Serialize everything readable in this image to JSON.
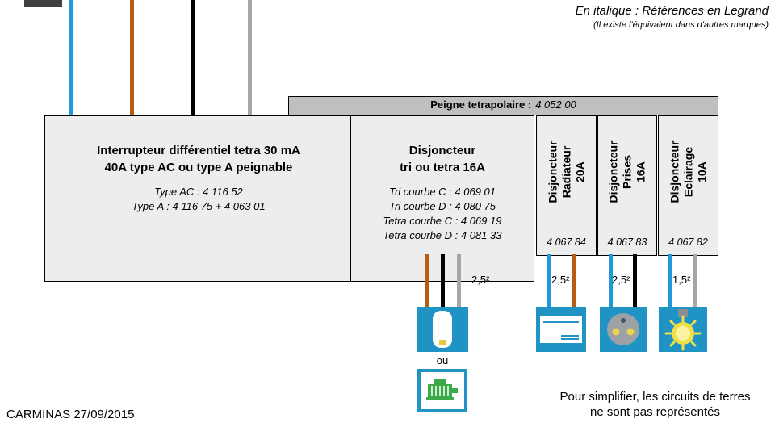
{
  "legend": {
    "line1": "En italique : Références en Legrand",
    "line2": "(Il existe l'équivalent dans d'autres marques)"
  },
  "peigne": {
    "label": "Peigne tetrapolaire :",
    "ref": "4 052 00"
  },
  "main_breaker": {
    "title1": "Interrupteur différentiel tetra 30 mA",
    "title2": "40A type AC ou type A peignable",
    "ref1": "Type AC : 4 116 52",
    "ref2": "Type A : 4 116 75 + 4 063 01"
  },
  "sub_breaker": {
    "title1": "Disjoncteur",
    "title2": "tri ou tetra 16A",
    "ref1": "Tri courbe C : 4 069 01",
    "ref2": "Tri courbe D : 4 080 75",
    "ref3": "Tetra courbe C : 4 069 19",
    "ref4": "Tetra courbe D : 4 081 33"
  },
  "breakers": {
    "radiateur": {
      "line1": "Disjoncteur",
      "line2": "Radiateur",
      "line3": "20A",
      "ref": "4 067 84",
      "wire": "2,5²"
    },
    "prises": {
      "line1": "Disjoncteur",
      "line2": "Prises",
      "line3": "16A",
      "ref": "4 067 83",
      "wire": "2,5²"
    },
    "eclairage": {
      "line1": "Disjoncteur",
      "line2": "Eclairage",
      "line3": "10A",
      "ref": "4 067 82",
      "wire": "1,5²"
    }
  },
  "heater_circuit": {
    "wire": "2,5²",
    "ou": "ou"
  },
  "footer": {
    "left": "CARMINAS 27/09/2015",
    "right1": "Pour simplifier, les circuits de terres",
    "right2": "ne sont pas représentés"
  },
  "colors": {
    "wire_blue": "#1E9AD6",
    "wire_orange": "#B75C14",
    "wire_black": "#000000",
    "wire_gray": "#A6A6A6",
    "appliance_blue": "#1E93C4",
    "box_fill": "#EDEDED",
    "peigne_fill": "#BFBFBF",
    "motor_green": "#3BAB4A",
    "bulb_yellow": "#EFE04A",
    "heater_yellow": "#E5C63C",
    "socket_gray": "#9CA1A6",
    "socket_dot_yellow": "#E8D44D",
    "lamp_base_gray": "#8A8F93"
  }
}
